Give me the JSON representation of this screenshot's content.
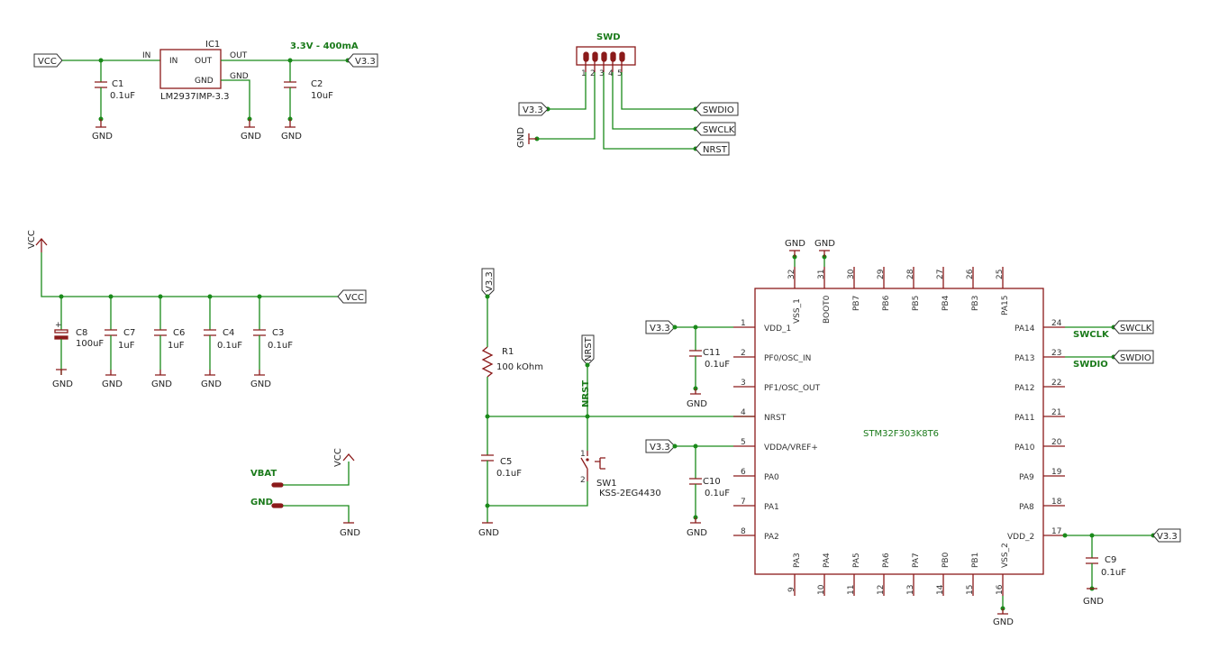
{
  "regulator": {
    "ref": "IC1",
    "part": "LM2937IMP-3.3",
    "pin_in": "IN",
    "pin_in_box": "IN",
    "pin_out_box": "OUT",
    "pin_gnd_box": "GND",
    "pin_out": "OUT",
    "pin_gnd": "GND",
    "output_note": "3.3V - 400mA",
    "c1": {
      "ref": "C1",
      "value": "0.1uF"
    },
    "c2": {
      "ref": "C2",
      "value": "10uF"
    }
  },
  "swd": {
    "title": "SWD",
    "pins": [
      "1",
      "2",
      "3",
      "4",
      "5"
    ],
    "nets": {
      "v33": "V3.3",
      "gnd": "GND",
      "swdio": "SWDIO",
      "swclk": "SWCLK",
      "nrst": "NRST"
    }
  },
  "power": {
    "vcc_symbol": "VCC",
    "vcc_label": "VCC",
    "caps": [
      {
        "ref": "C8",
        "value": "100uF"
      },
      {
        "ref": "C7",
        "value": "1uF"
      },
      {
        "ref": "C6",
        "value": "1uF"
      },
      {
        "ref": "C4",
        "value": "0.1uF"
      },
      {
        "ref": "C3",
        "value": "0.1uF"
      }
    ]
  },
  "battery": {
    "vbat": "VBAT",
    "gnd": "GND",
    "vcc": "VCC",
    "gnd_symbol": "GND"
  },
  "reset": {
    "v33": "V3.3",
    "nrst_tag": "NRST",
    "nrst_wire": "NRST",
    "r1": {
      "ref": "R1",
      "value": "100 kOhm"
    },
    "c5": {
      "ref": "C5",
      "value": "0.1uF"
    },
    "sw1": {
      "ref": "SW1",
      "part": "KSS-2EG4430",
      "pin1": "1",
      "pin2": "2"
    },
    "gnd": "GND"
  },
  "mcu": {
    "part": "STM32F303K8T6",
    "left_pins": [
      {
        "num": "1",
        "name": "VDD_1"
      },
      {
        "num": "2",
        "name": "PF0/OSC_IN"
      },
      {
        "num": "3",
        "name": "PF1/OSC_OUT"
      },
      {
        "num": "4",
        "name": "NRST"
      },
      {
        "num": "5",
        "name": "VDDA/VREF+"
      },
      {
        "num": "6",
        "name": "PA0"
      },
      {
        "num": "7",
        "name": "PA1"
      },
      {
        "num": "8",
        "name": "PA2"
      }
    ],
    "bottom_pins": [
      {
        "num": "9",
        "name": "PA3"
      },
      {
        "num": "10",
        "name": "PA4"
      },
      {
        "num": "11",
        "name": "PA5"
      },
      {
        "num": "12",
        "name": "PA6"
      },
      {
        "num": "13",
        "name": "PA7"
      },
      {
        "num": "14",
        "name": "PB0"
      },
      {
        "num": "15",
        "name": "PB1"
      },
      {
        "num": "16",
        "name": "VSS_2"
      }
    ],
    "right_pins": [
      {
        "num": "24",
        "name": "PA14"
      },
      {
        "num": "23",
        "name": "PA13"
      },
      {
        "num": "22",
        "name": "PA12"
      },
      {
        "num": "21",
        "name": "PA11"
      },
      {
        "num": "20",
        "name": "PA10"
      },
      {
        "num": "19",
        "name": "PA9"
      },
      {
        "num": "18",
        "name": "PA8"
      },
      {
        "num": "17",
        "name": "VDD_2"
      }
    ],
    "top_pins": [
      {
        "num": "32",
        "name": "VSS_1"
      },
      {
        "num": "31",
        "name": "BOOT0"
      },
      {
        "num": "30",
        "name": "PB7"
      },
      {
        "num": "29",
        "name": "PB6"
      },
      {
        "num": "28",
        "name": "PB5"
      },
      {
        "num": "27",
        "name": "PB4"
      },
      {
        "num": "26",
        "name": "PB3"
      },
      {
        "num": "25",
        "name": "PA15"
      }
    ],
    "c11": {
      "ref": "C11",
      "value": "0.1uF"
    },
    "c10": {
      "ref": "C10",
      "value": "0.1uF"
    },
    "c9": {
      "ref": "C9",
      "value": "0.1uF"
    },
    "net_swclk": "SWCLK",
    "net_swdio": "SWDIO",
    "tag_swclk": "SWCLK",
    "tag_swdio": "SWDIO"
  },
  "common": {
    "gnd": "GND",
    "v33": "V3.3",
    "vcc": "VCC"
  }
}
